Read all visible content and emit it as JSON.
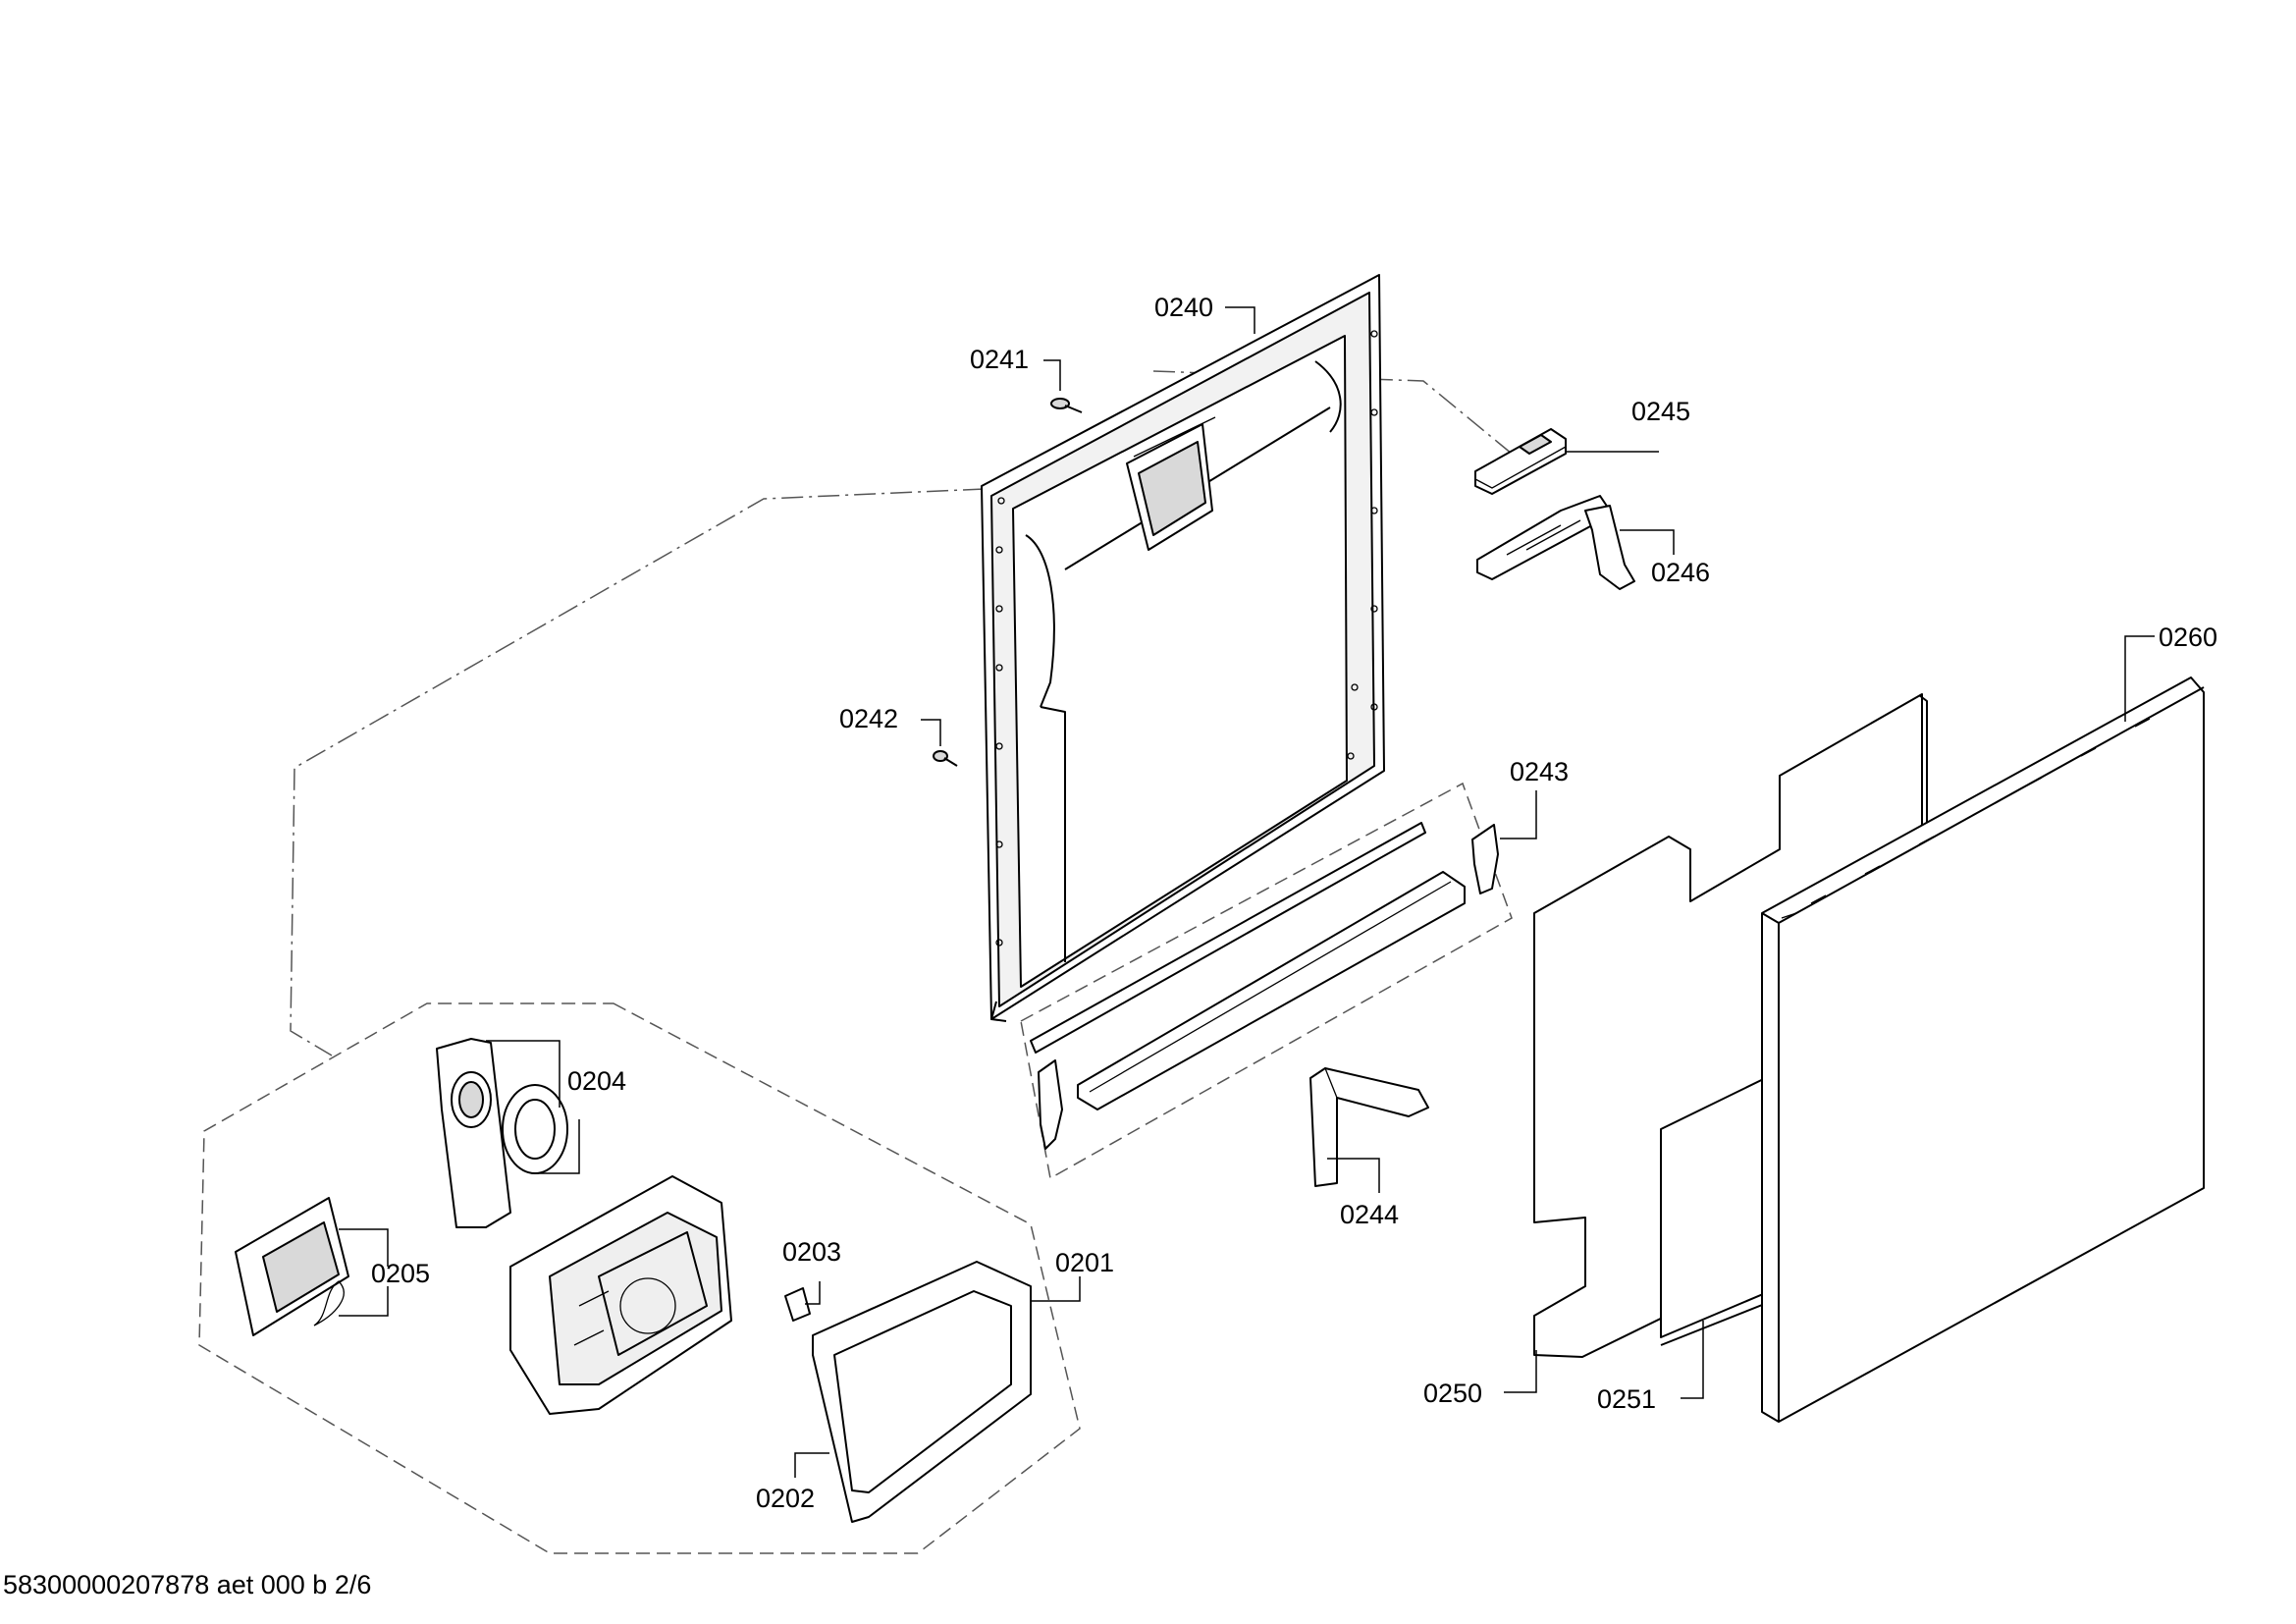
{
  "callouts": {
    "c0201": "0201",
    "c0202": "0202",
    "c0203": "0203",
    "c0204": "0204",
    "c0205": "0205",
    "c0240": "0240",
    "c0241": "0241",
    "c0242": "0242",
    "c0243": "0243",
    "c0244": "0244",
    "c0245": "0245",
    "c0246": "0246",
    "c0250": "0250",
    "c0251": "0251",
    "c0260": "0260"
  },
  "footer": {
    "document_id": "58300000207878 aet 000 b 2/6"
  }
}
